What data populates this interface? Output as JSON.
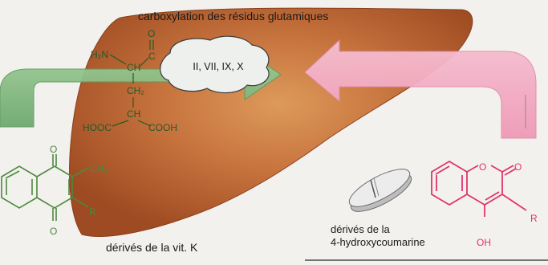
{
  "title": "carboxylation des résidus glutamiques",
  "factors_label": "II, VII, IX, X",
  "vitk_label": "dérivés de la vit. K",
  "coumarin_label_line1": "dérivés de la",
  "coumarin_label_line2": "4-hydroxycoumarine",
  "glutamate": {
    "h2n": "H₂N",
    "ch_alpha": "CH",
    "c_carbonyl": "C",
    "o_carbonyl": "O",
    "ch2": "CH₂",
    "ch_gamma": "CH",
    "hooc": "HOOC",
    "cooh": "COOH"
  },
  "vitk_struct": {
    "o_top": "O",
    "o_bottom": "O",
    "ch3": "CH₃",
    "r": "R"
  },
  "coumarin_struct": {
    "o_ring": "O",
    "o_carbonyl": "O",
    "oh": "OH",
    "r": "R"
  },
  "colors": {
    "liver": "#c4703e",
    "green_arrow": "#7db77e",
    "pink_arrow": "#f2a6c0",
    "coumarin": "#e0336f",
    "vitk": "#4c8a3e",
    "glutamate": "#205a2a"
  }
}
